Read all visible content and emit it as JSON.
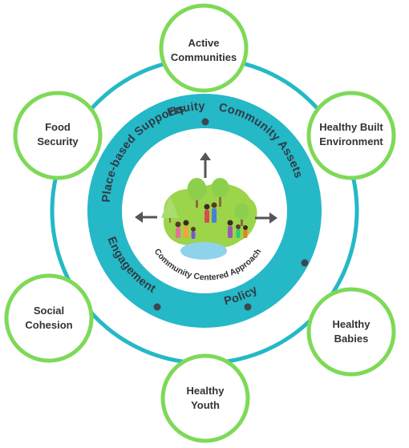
{
  "diagram": {
    "center_label": "Community Centered Approach",
    "ring_labels": {
      "equity": "Equity",
      "community_assets": "Community Assets",
      "engagement": "Engagement",
      "policy": "Policy",
      "place_based_supports": "Place-based Supports"
    },
    "nodes": {
      "active_communities": [
        "Active",
        "Communities"
      ],
      "healthy_built_environment": [
        "Healthy Built",
        "Environment"
      ],
      "healthy_babies": [
        "Healthy",
        "Babies"
      ],
      "healthy_youth": [
        "Healthy",
        "Youth"
      ],
      "social_cohesion": [
        "Social",
        "Cohesion"
      ],
      "food_security": [
        "Food",
        "Security"
      ]
    },
    "colors": {
      "teal": "#25b8c7",
      "teal_dark": "#1aa7b6",
      "green_outline": "#7ed957",
      "grass": "#9cd44a",
      "pond": "#8fd3ea",
      "arrow": "#555555",
      "dot": "#3b4650"
    }
  }
}
